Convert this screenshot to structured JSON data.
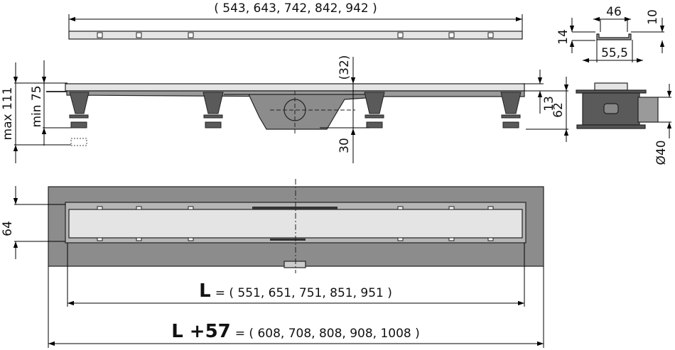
{
  "top_view": {
    "length_label": "( 543, 643, 742, 842, 942 )"
  },
  "side_view": {
    "max_label": "max 111",
    "min_label": "min 75",
    "top_offset_label": "(32)",
    "bottom_offset_label": "30",
    "frame_label": "13",
    "height_label": "62"
  },
  "profile": {
    "inner_width_label": "46",
    "outer_width_label": "55,5",
    "height_label": "14",
    "depth_label": "10"
  },
  "section": {
    "outlet_label": "Ø40"
  },
  "plan_view": {
    "width_label": "64",
    "l_symbol": "L",
    "l_values": "= ( 551, 651, 751, 851, 951 )",
    "l57_symbol": "L +57",
    "l57_values": "= ( 608, 708, 808, 908, 1008 )"
  },
  "colors": {
    "body": "#8c8c8c",
    "dark": "#4a4a4a",
    "grate": "#e4e4e4",
    "frame": "#b5b5b5"
  }
}
